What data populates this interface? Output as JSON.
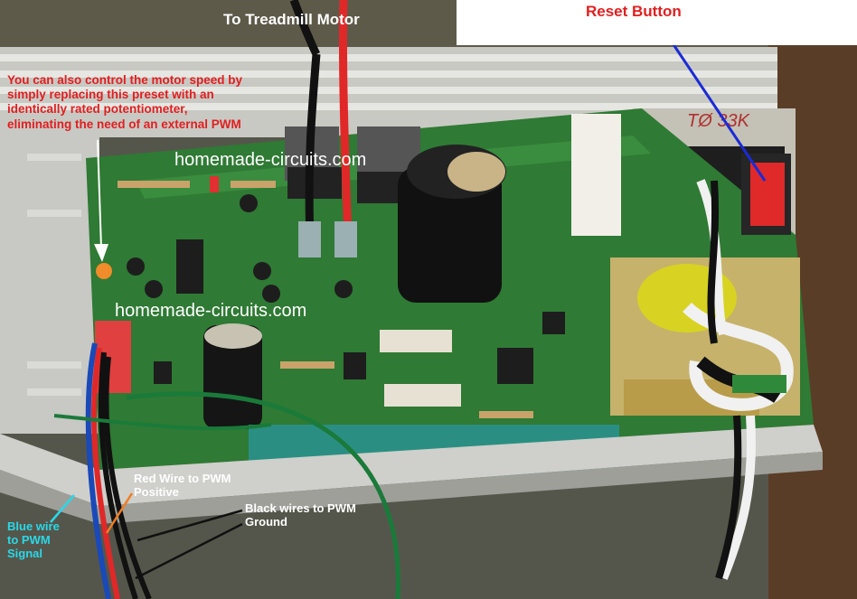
{
  "labels": {
    "motor_connection": "To Treadmill Motor",
    "reset_button": "Reset Button",
    "preset_note": "You can also control the motor speed by\nsimply replacing this preset with an\nidentically rated potentiometer,\neliminating the need of an external PWM",
    "red_wire": "Red Wire to PWM\nPositive",
    "black_wires": "Black wires to PWM\nGround",
    "blue_wire": "Blue wire\nto PWM\nSignal"
  },
  "watermarks": [
    "homemade-circuits.com",
    "homemade-circuits.com"
  ],
  "colors": {
    "annotation_red": "#e01f1f",
    "annotation_white": "#ffffff",
    "annotation_cyan": "#29d8e8",
    "pointer_blue": "#1a2bd6",
    "board_green": "#2e7d32"
  }
}
